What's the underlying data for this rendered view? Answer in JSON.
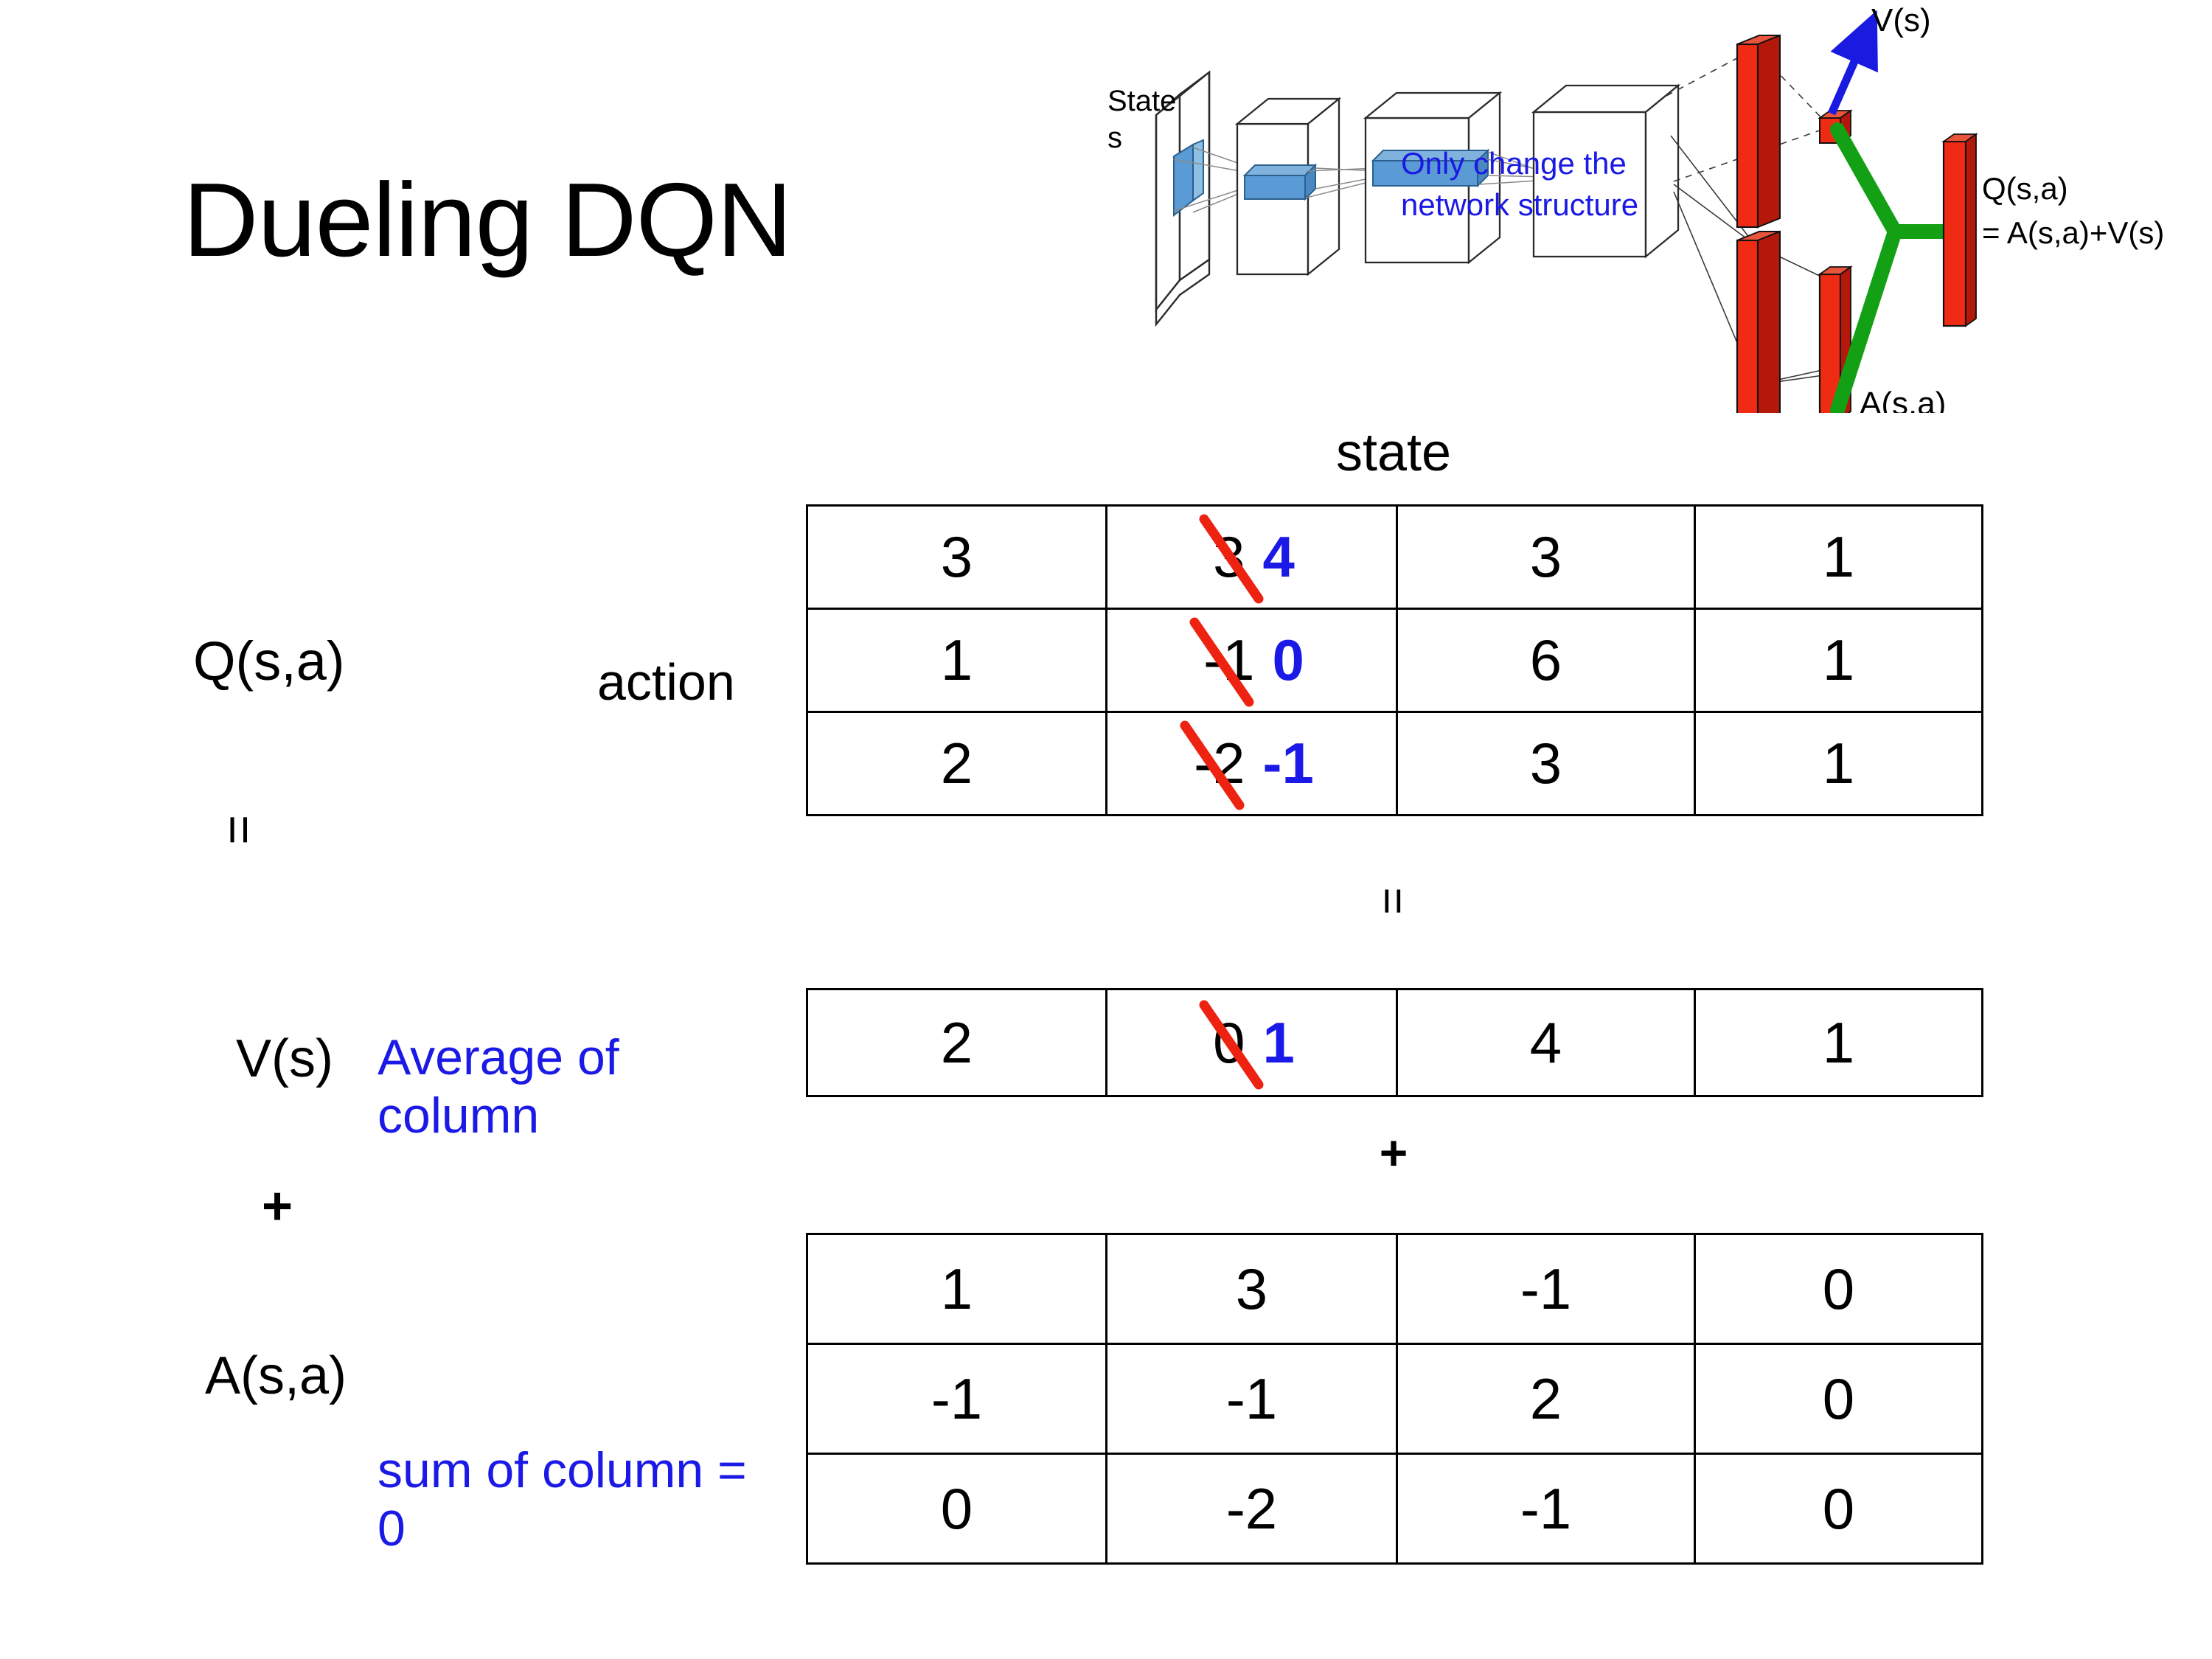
{
  "title": "Dueling DQN",
  "diagram": {
    "input_label_line1": "State",
    "input_label_line2": "s",
    "note_line1": "Only change the",
    "note_line2": "network structure",
    "value_label": "V(s)",
    "advantage_label": "A(s,a)",
    "output_label_line1": "Q(s,a)",
    "output_label_line2": "= A(s,a)+V(s)",
    "colors": {
      "note": "#1a19e6",
      "value_arrow": "#1a1ae0",
      "merge": "#14a014",
      "bar": "#f02b14",
      "filter": "#5b9bd5"
    }
  },
  "labels": {
    "q_label": "Q(s,a)",
    "v_label": "V(s)",
    "a_label": "A(s,a)",
    "action_label": "action",
    "state_caption": "state",
    "equals_1": "=",
    "plus_1": "+",
    "equals_2": "=",
    "plus_2": "+",
    "note_average": "Average of column",
    "note_sum": "sum of column = 0"
  },
  "chart_data": {
    "type": "table",
    "title": "Dueling DQN  Q(s,a) = V(s) + A(s,a)",
    "columns_label": "state",
    "rows_label": "action",
    "highlight_color": "#1a19e6",
    "strike_color": "#ee2211",
    "tables": [
      {
        "name": "Q(s,a)",
        "n_rows": 3,
        "n_cols": 4,
        "values": [
          [
            3,
            3,
            3,
            1
          ],
          [
            1,
            -1,
            6,
            1
          ],
          [
            2,
            -2,
            3,
            1
          ]
        ],
        "edited_cells": [
          {
            "row": 0,
            "col": 1,
            "old": "3",
            "new": "4"
          },
          {
            "row": 1,
            "col": 1,
            "old": "-1",
            "new": "0"
          },
          {
            "row": 2,
            "col": 1,
            "old": "-2",
            "new": "-1"
          }
        ]
      },
      {
        "name": "V(s)",
        "n_rows": 1,
        "n_cols": 4,
        "values": [
          [
            2,
            0,
            4,
            1
          ]
        ],
        "edited_cells": [
          {
            "row": 0,
            "col": 1,
            "old": "0",
            "new": "1"
          }
        ]
      },
      {
        "name": "A(s,a)",
        "n_rows": 3,
        "n_cols": 4,
        "values": [
          [
            1,
            3,
            -1,
            0
          ],
          [
            -1,
            -1,
            2,
            0
          ],
          [
            0,
            -2,
            -1,
            0
          ]
        ],
        "edited_cells": []
      }
    ]
  }
}
